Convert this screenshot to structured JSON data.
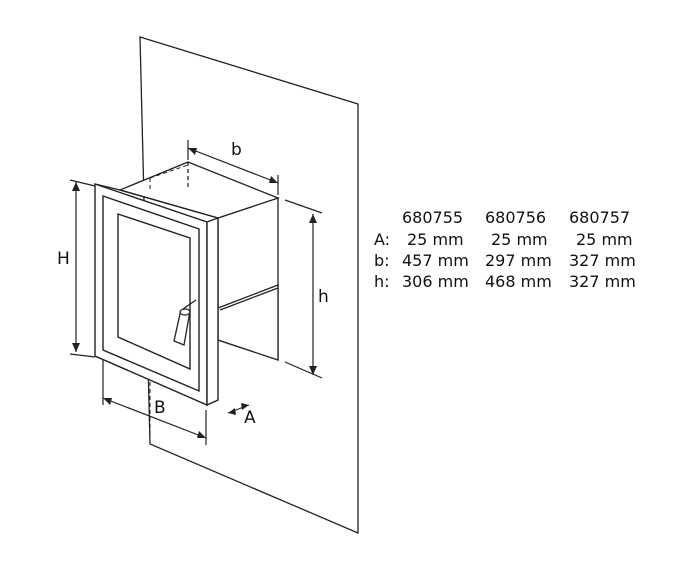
{
  "diagram": {
    "labels": {
      "b": "b",
      "h": "h",
      "H": "H",
      "B": "B",
      "A": "A"
    },
    "table": {
      "header": [
        "680755",
        "680756",
        "680757"
      ],
      "rows": [
        {
          "label": "A:",
          "values": [
            "25 mm",
            "25 mm",
            "25 mm"
          ]
        },
        {
          "label": "b:",
          "values": [
            "457 mm",
            "297 mm",
            "327 mm"
          ]
        },
        {
          "label": "h:",
          "values": [
            "306 mm",
            "468 mm",
            "327 mm"
          ]
        }
      ]
    }
  }
}
